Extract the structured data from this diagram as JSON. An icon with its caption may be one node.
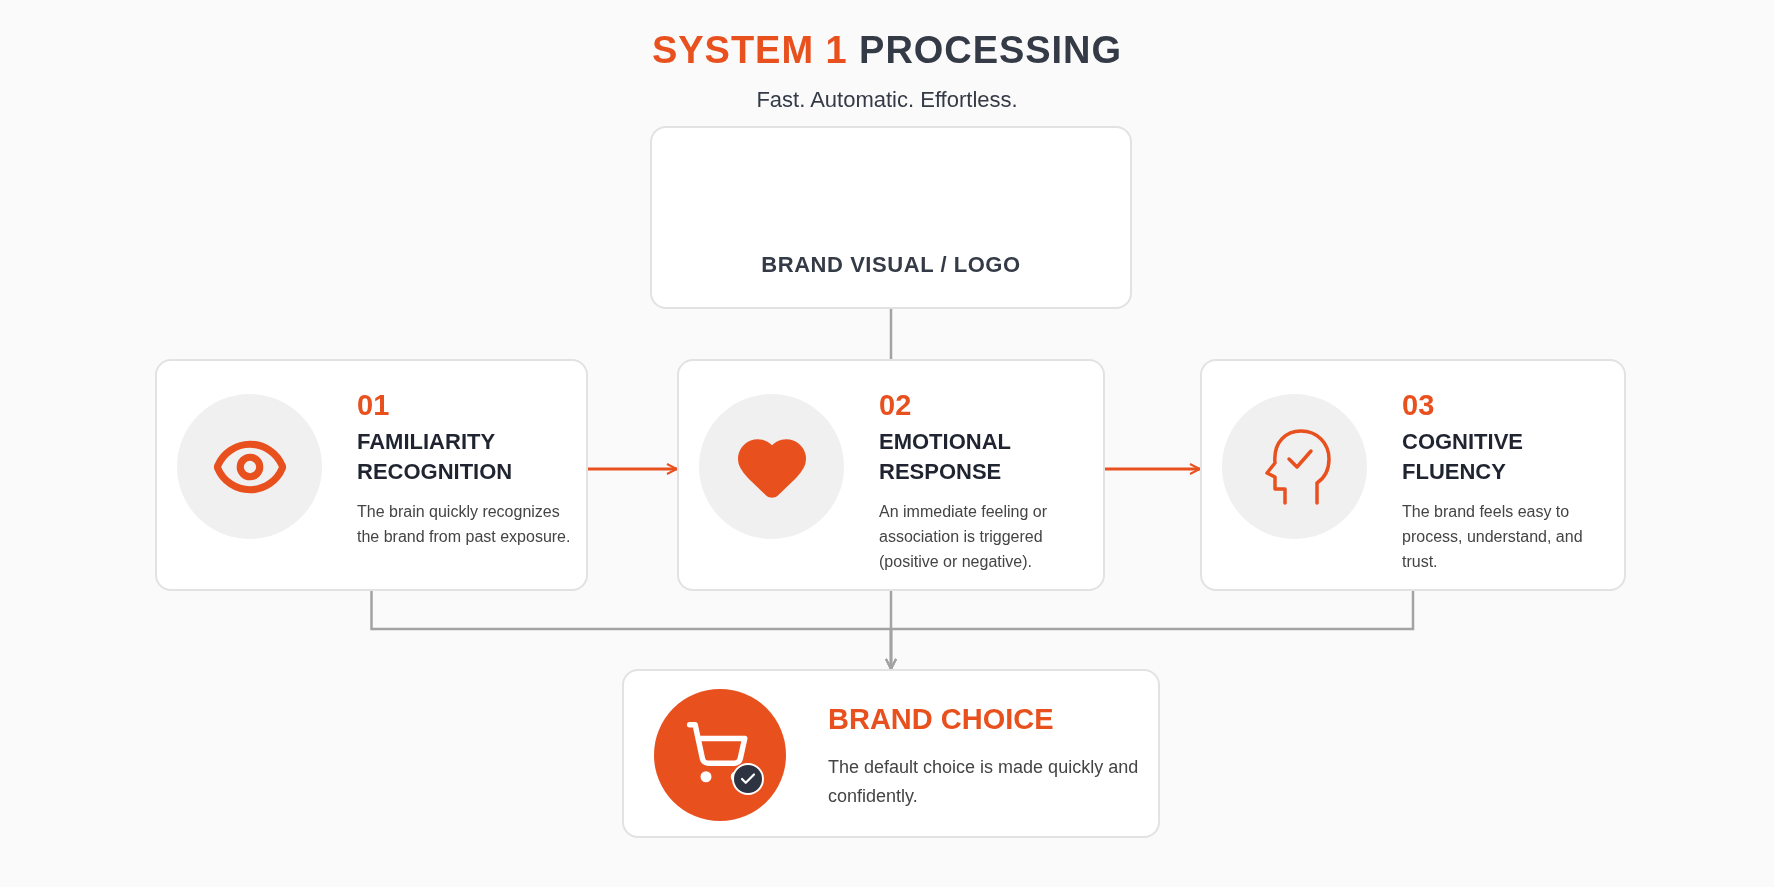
{
  "diagram": {
    "title": "**SYSTEM 1** PROCESSING",
    "caption": "Fast. Automatic. Effortless.",
    "nodes": [
      {
        "text": [
          "BRAND VISUAL / LOGO"
        ]
      },
      {
        "text": [
          "01",
          "FAMILIARITY RECOGNITION",
          "The brain quickly recognizes the brand from past exposure."
        ]
      },
      {
        "text": [
          "02",
          "EMOTIONAL RESPONSE",
          "An immediate feeling or association is triggered (positive or negative)."
        ]
      },
      {
        "text": [
          "03",
          "COGNITIVE FLUENCY",
          "The brand feels easy to process, understand, and trust."
        ]
      },
      {
        "text": [
          "BRAND CHOICE",
          "The default choice is made quickly and confidently."
        ]
      }
    ],
    "edges": [
      {
        "from": 0,
        "to": 2,
        "arrow": "none"
      },
      {
        "from": 1,
        "to": 2,
        "arrow": "to",
        "color": "#e8501e"
      },
      {
        "from": 2,
        "to": 3,
        "arrow": "to",
        "color": "#e8501e"
      },
      {
        "from": 1,
        "to": 4,
        "arrow": "to"
      },
      {
        "from": 2,
        "to": 4,
        "arrow": "to"
      },
      {
        "from": 3,
        "to": 4,
        "arrow": "to"
      }
    ]
  }
}
